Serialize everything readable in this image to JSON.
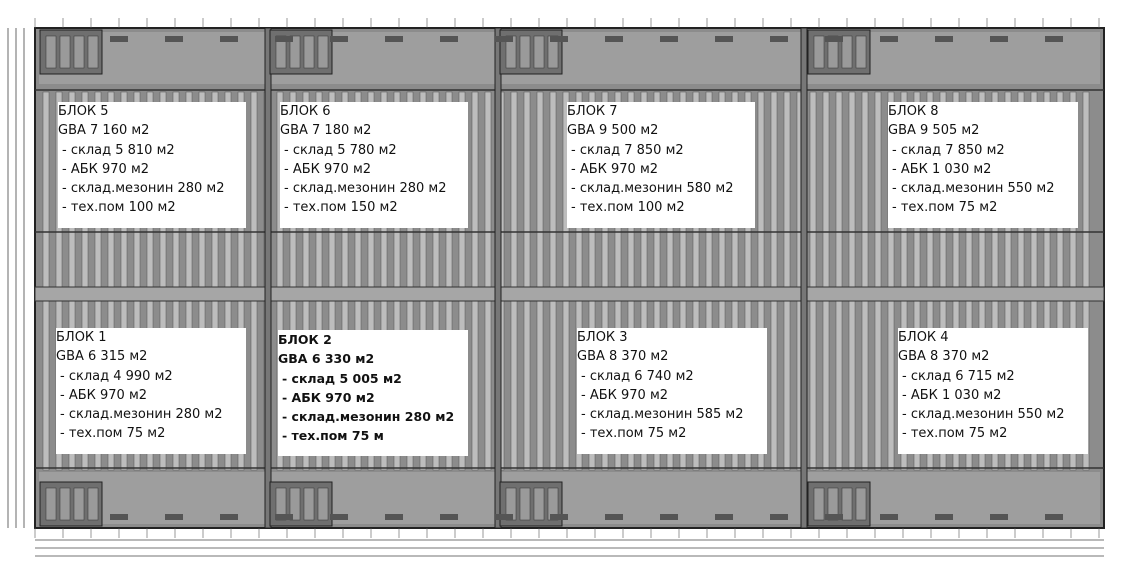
{
  "blocks": [
    {
      "title": "БЛОК 5",
      "gba": "GBA 7 160 м2",
      "lines": [
        "- склад 5 810 м2",
        "- АБК 970 м2",
        "- склад.мезонин 280 м2",
        "- тех.пом 100 м2"
      ]
    },
    {
      "title": "БЛОК 6",
      "gba": "GBA 7 180 м2",
      "lines": [
        "- склад 5 780 м2",
        "- АБК 970 м2",
        "- склад.мезонин 280 м2",
        "- тех.пом 150 м2"
      ]
    },
    {
      "title": "БЛОК 7",
      "gba": "GBA 9 500 м2",
      "lines": [
        "- склад 7 850 м2",
        "- АБК 970 м2",
        "- склад.мезонин 580 м2",
        "- тех.пом 100 м2"
      ]
    },
    {
      "title": "БЛОК 8",
      "gba": "GBA 9 505 м2",
      "lines": [
        "- склад 7 850 м2",
        "- АБК 1 030 м2",
        "- склад.мезонин 550 м2",
        "- тех.пом 75 м2"
      ]
    },
    {
      "title": "БЛОК 1",
      "gba": "GBA 6 315 м2",
      "lines": [
        "- склад 4 990 м2",
        "- АБК 970 м2",
        "- склад.мезонин 280 м2",
        "- тех.пом 75 м2"
      ]
    },
    {
      "title": "БЛОК 2",
      "gba": "GBA 6 330 м2",
      "lines": [
        "- склад 5 005 м2",
        "- АБК 970 м2",
        "- склад.мезонин 280 м2",
        "- тех.пом 75 м"
      ]
    },
    {
      "title": "БЛОК 3",
      "gba": "GBA 8 370 м2",
      "lines": [
        "- склад 6 740 м2",
        "- АБК 970 м2",
        "- склад.мезонин 585 м2",
        "- тех.пом 75 м2"
      ]
    },
    {
      "title": "БЛОК 4",
      "gba": "GBA 8 370 м2",
      "lines": [
        "- склад 6 715 м2",
        "- АБК 1 030 м2",
        "- склад.мезонин 550 м2",
        "- тех.пом 75 м2"
      ]
    }
  ]
}
